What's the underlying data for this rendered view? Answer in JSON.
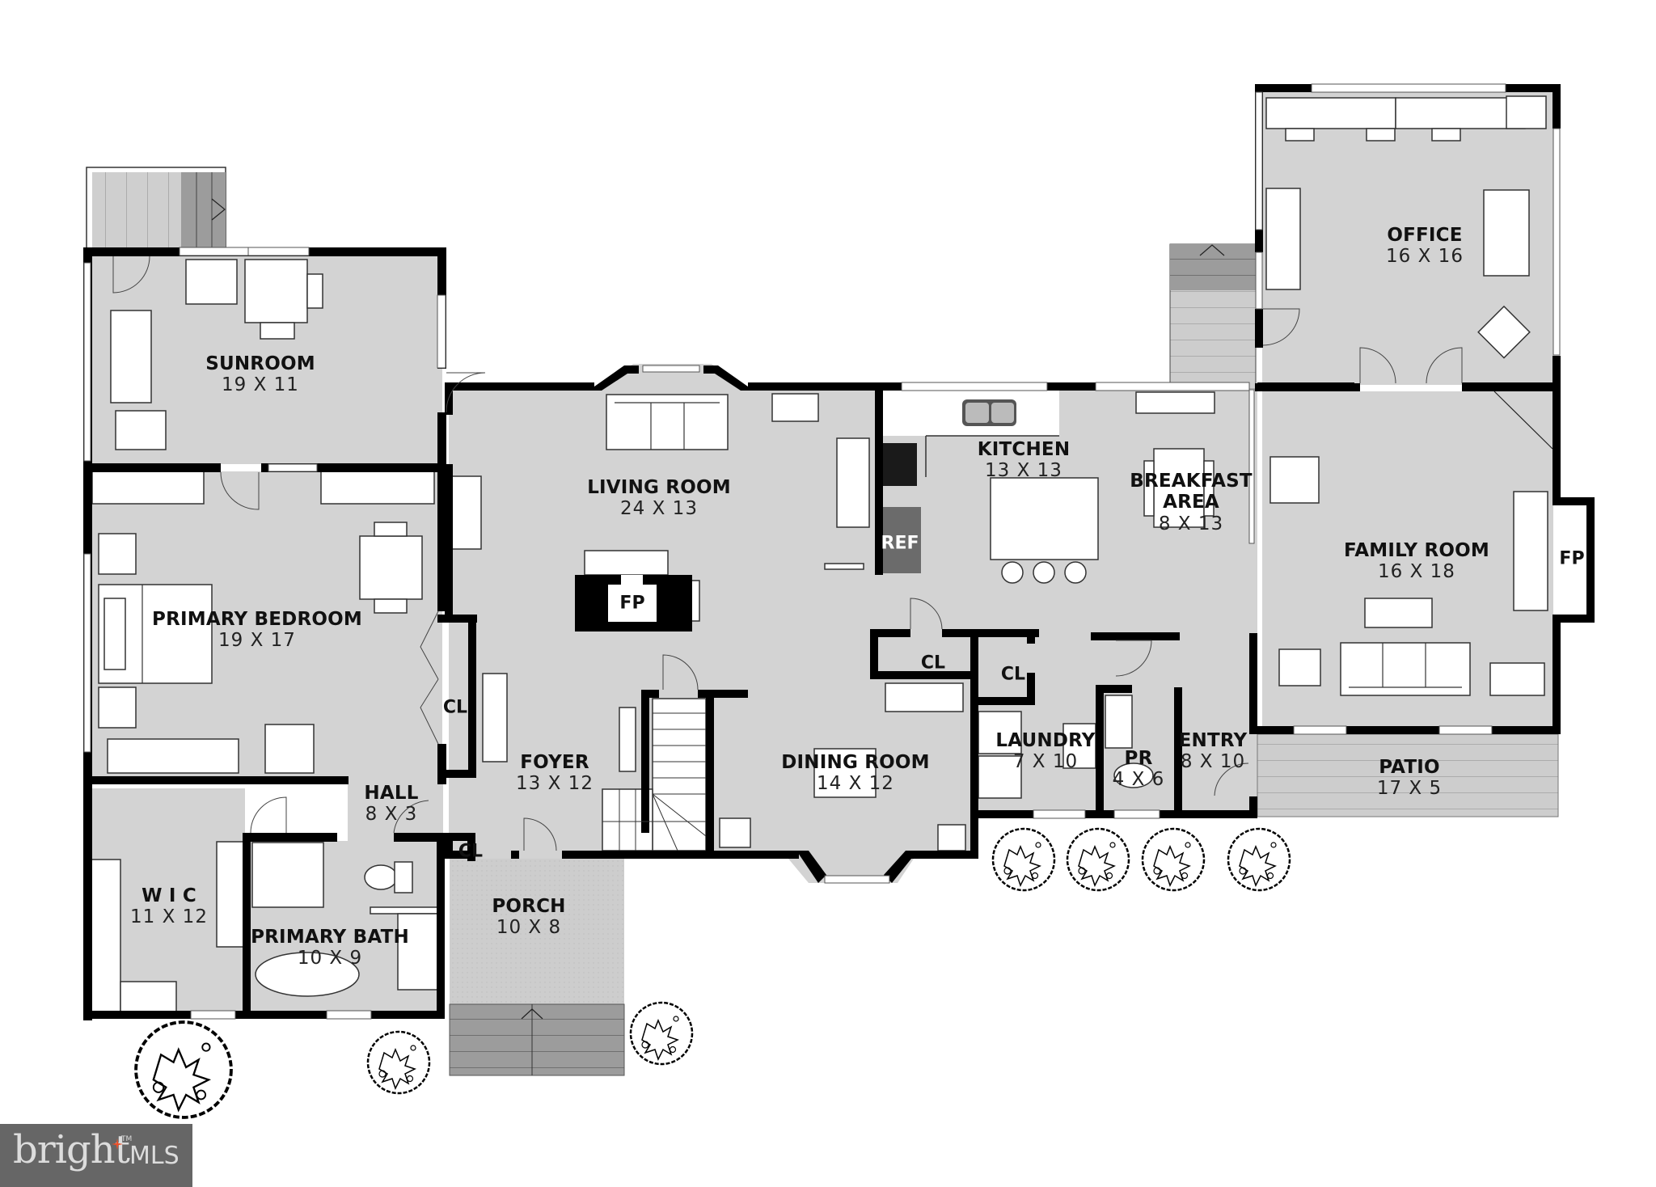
{
  "plan": {
    "colors": {
      "floor": "#d3d3d3",
      "wall": "#000000",
      "furniture": "#ffffff",
      "deck": "#c8c8c8",
      "steps": "#9a9a9a",
      "porch": "#cfcfcf",
      "background": "#ffffff"
    }
  },
  "rooms": [
    {
      "id": "sunroom",
      "name": "SUNROOM",
      "dims": "19 X 11"
    },
    {
      "id": "primary-bedroom",
      "name": "PRIMARY BEDROOM",
      "dims": "19 X 17"
    },
    {
      "id": "wic",
      "name": "W I C",
      "dims": "11 X 12"
    },
    {
      "id": "primary-bath",
      "name": "PRIMARY BATH",
      "dims": "10 X 9"
    },
    {
      "id": "hall",
      "name": "HALL",
      "dims": "8 X 3"
    },
    {
      "id": "living-room",
      "name": "LIVING ROOM",
      "dims": "24 X 13"
    },
    {
      "id": "foyer",
      "name": "FOYER",
      "dims": "13 X 12"
    },
    {
      "id": "porch",
      "name": "PORCH",
      "dims": "10 X 8"
    },
    {
      "id": "dining-room",
      "name": "DINING ROOM",
      "dims": "14 X 12"
    },
    {
      "id": "kitchen",
      "name": "KITCHEN",
      "dims": "13 X 13"
    },
    {
      "id": "breakfast-area",
      "name": "BREAKFAST AREA",
      "name_line1": "BREAKFAST",
      "name_line2": "AREA",
      "dims": "8 X 13"
    },
    {
      "id": "laundry",
      "name": "LAUNDRY",
      "dims": "7 X 10"
    },
    {
      "id": "pr",
      "name": "PR",
      "dims": "4 X 6"
    },
    {
      "id": "entry",
      "name": "ENTRY",
      "dims": "8 X 10"
    },
    {
      "id": "family-room",
      "name": "FAMILY ROOM",
      "dims": "16 X 18"
    },
    {
      "id": "office",
      "name": "OFFICE",
      "dims": "16 X 16"
    },
    {
      "id": "patio",
      "name": "PATIO",
      "dims": "17 X 5"
    }
  ],
  "tags": {
    "closet_bedroom": "CL",
    "closet_hall": "CL",
    "closet_kitchen_1": "CL",
    "closet_kitchen_2": "CL",
    "fireplace_living": "FP",
    "fireplace_family": "FP",
    "refrigerator": "REF"
  },
  "watermark": {
    "brand": "bright",
    "suffix": "MLS",
    "trademark": "TM",
    "accent_color": "#e8502a"
  }
}
